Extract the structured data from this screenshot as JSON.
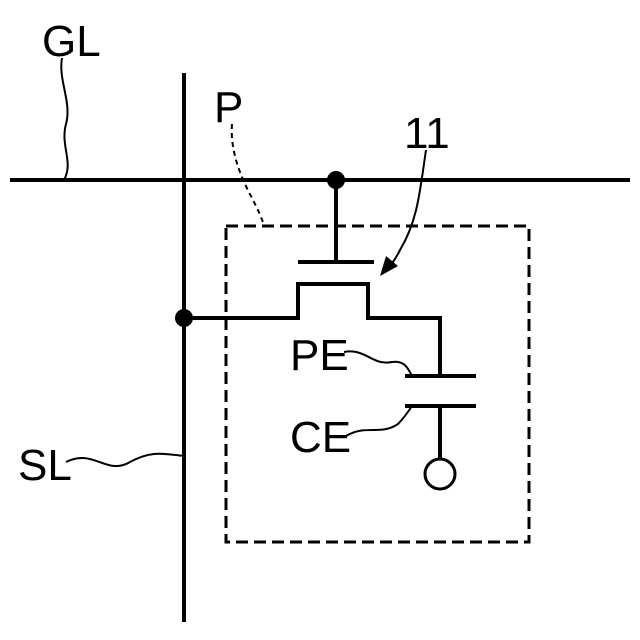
{
  "labels": {
    "gate_line": "GL",
    "signal_line": "SL",
    "pixel": "P",
    "switching_element": "11",
    "pixel_electrode": "PE",
    "common_electrode": "CE"
  },
  "colors": {
    "line": "#000000",
    "background": "#ffffff"
  }
}
